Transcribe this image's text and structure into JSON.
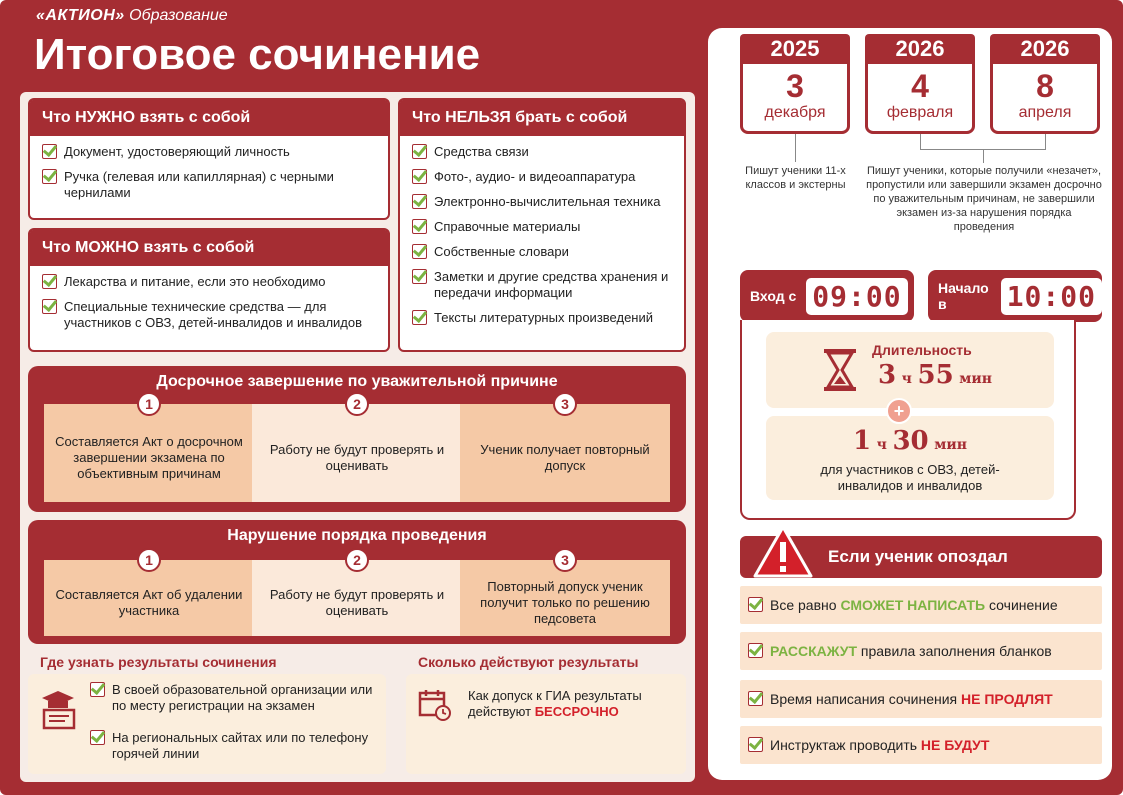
{
  "brand": {
    "name": "«АКТИОН»",
    "section": "Образование"
  },
  "title": "Итоговое сочинение",
  "must_bring": {
    "title": "Что НУЖНО взять с собой",
    "items": [
      "Документ, удостоверяющий личность",
      "Ручка (гелевая или капиллярная) с черными чернилами"
    ]
  },
  "may_bring": {
    "title": "Что МОЖНО взять с собой",
    "items": [
      "Лекарства и питание, если это необходимо",
      "Специальные технические средства — для участников с ОВЗ, детей-инвалидов и инвалидов"
    ]
  },
  "must_not_bring": {
    "title": "Что НЕЛЬЗЯ брать с собой",
    "items": [
      "Средства связи",
      "Фото-, аудио- и видеоаппаратура",
      "Электронно-вычислительная техника",
      "Справочные материалы",
      "Собственные словари",
      "Заметки и другие средства хранения и передачи информации",
      "Тексты литературных произведений"
    ]
  },
  "early_finish": {
    "title": "Досрочное завершение по уважительной причине",
    "steps": [
      {
        "n": "1",
        "text": "Составляется Акт о досрочном завершении экзамена по объективным причинам"
      },
      {
        "n": "2",
        "text": "Работу не будут проверять и оценивать"
      },
      {
        "n": "3",
        "text": "Ученик получает повторный допуск"
      }
    ]
  },
  "violation": {
    "title": "Нарушение порядка проведения",
    "steps": [
      {
        "n": "1",
        "text": "Составляется Акт об удалении участника"
      },
      {
        "n": "2",
        "text": "Работу не будут проверять и оценивать"
      },
      {
        "n": "3",
        "text": "Повторный допуск ученик получит только по решению педсовета"
      }
    ]
  },
  "results_where": {
    "title": "Где узнать результаты сочинения",
    "items": [
      "В своей образовательной организации или по месту регистрации на экзамен",
      "На региональных сайтах или по телефону горячей линии"
    ]
  },
  "results_valid": {
    "title": "Сколько действуют результаты",
    "text": "Как допуск к ГИА результаты действуют",
    "highlight": "БЕССРОЧНО"
  },
  "dates": [
    {
      "year": "2025",
      "day": "3",
      "month": "декабря"
    },
    {
      "year": "2026",
      "day": "4",
      "month": "февраля"
    },
    {
      "year": "2026",
      "day": "8",
      "month": "апреля"
    }
  ],
  "date_notes": {
    "main": "Пишут ученики 11-х классов и экстерны",
    "retake": "Пишут ученики, которые получили «незачет», пропустили или завершили экзамен досрочно по уважительным причинам, не завершили экзамен из-за нарушения порядка проведения"
  },
  "times": {
    "entry_label": "Вход с",
    "entry": "09:00",
    "start_label": "Начало в",
    "start": "10:00"
  },
  "duration": {
    "label": "Длительность",
    "main_h": "3",
    "h_unit": "ч",
    "main_m": "55",
    "m_unit": "мин",
    "plus": "+",
    "extra_h": "1",
    "extra_m": "30",
    "extra_note": "для участников с ОВЗ, детей-инвалидов и инвалидов"
  },
  "late": {
    "title": "Если ученик опоздал",
    "items": [
      {
        "pre": "Все равно ",
        "hl": "СМОЖЕТ НАПИСАТЬ",
        "post": " сочинение",
        "color": "#7cb342"
      },
      {
        "pre": "",
        "hl": "РАССКАЖУТ",
        "post": " правила заполнения бланков",
        "color": "#7cb342"
      },
      {
        "pre": "Время написания сочинения ",
        "hl": "НЕ ПРОДЛЯТ",
        "post": "",
        "color": "#d3202a"
      },
      {
        "pre": "Инструктаж проводить ",
        "hl": "НЕ БУДУТ",
        "post": "",
        "color": "#d3202a"
      }
    ]
  },
  "colors": {
    "brand": "#a52d33",
    "accent_green": "#7cb342",
    "accent_red": "#d3202a",
    "peach": "#f5c9a6",
    "light": "#fbeedd"
  }
}
